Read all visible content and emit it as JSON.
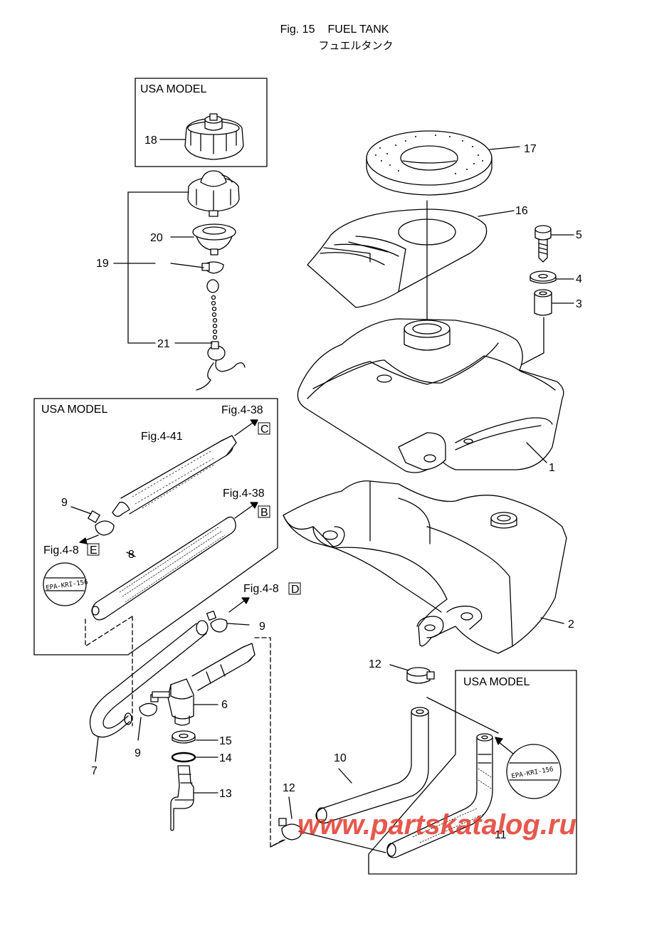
{
  "title": {
    "fig": "Fig. 15",
    "name": "FUEL TANK",
    "name_jp": "フュエルタンク"
  },
  "boxes": {
    "usa_model_label": "USA MODEL"
  },
  "callouts": {
    "p1": "1",
    "p2": "2",
    "p3": "3",
    "p4": "4",
    "p5": "5",
    "p6": "6",
    "p7": "7",
    "p8": "8",
    "p9": "9",
    "p10": "10",
    "p11": "11",
    "p12": "12",
    "p13": "13",
    "p14": "14",
    "p15": "15",
    "p16": "16",
    "p17": "17",
    "p18": "18",
    "p19": "19",
    "p20": "20",
    "p21": "21"
  },
  "refs": {
    "fig_4_38": "Fig.4-38",
    "fig_4_41": "Fig.4-41",
    "fig_4_8": "Fig.4-8",
    "box_c": "C",
    "box_b": "B",
    "box_e": "E",
    "box_d": "D"
  },
  "stamp_text": "EPA-KRI-156",
  "watermark": "www.partskatalog.ru"
}
